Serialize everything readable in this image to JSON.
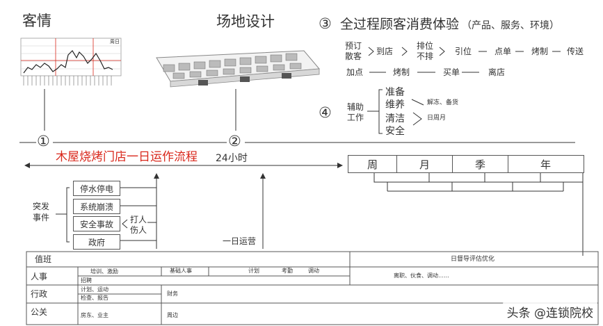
{
  "sections": {
    "customer": "客情",
    "venue": "场地设计",
    "experience_num": "③",
    "experience_title": "全过程顾客消费体验",
    "experience_sub": "（产品、服务、环境）",
    "aux_num": "④"
  },
  "chart_label": "周日",
  "customer_flow": {
    "row1": {
      "start_top": "预订",
      "start_bottom": "散客",
      "arrive": "到店",
      "queue_top": "排位",
      "queue_bottom": "不排",
      "seat": "引位",
      "order": "点单",
      "cook": "烤制",
      "serve": "传送"
    },
    "row2": {
      "add": "加点",
      "cook": "烤制",
      "pay": "买单",
      "leave": "离店"
    }
  },
  "aux": {
    "label_top": "辅助",
    "label_bottom": "工作",
    "items": [
      "准备",
      "维养",
      "清洁",
      "安全"
    ],
    "note1": "解冻、备货",
    "note2": "日周月"
  },
  "timeline": {
    "n1": "①",
    "n2": "②"
  },
  "title": {
    "main": "木屋烧烤门店一日运作流程",
    "duration": "24小时"
  },
  "periods": [
    "周",
    "月",
    "季",
    "年"
  ],
  "emergency": {
    "label_top": "突发",
    "label_bottom": "事件",
    "items": [
      "停水停电",
      "系统崩溃",
      "安全事故",
      "政府"
    ],
    "sub_top": "打人",
    "sub_bottom": "伤人"
  },
  "daily_ops": "一日运营",
  "table": {
    "duty": "值班",
    "right_header": "日督导评估优化",
    "rows": {
      "hr": "人事",
      "admin": "行政",
      "pr": "公关"
    },
    "hr_cells": {
      "training": "培训、激励",
      "basic": "基础人事",
      "plan": "计划",
      "attendance": "考勤",
      "transfer": "调动",
      "recruit": "招聘",
      "right": "离职、伙食、调动……"
    },
    "admin_cells": {
      "plan": "计划、运动",
      "check": "检查、报告",
      "finance": "财务"
    },
    "pr_cells": {
      "landlord": "房东、业主",
      "neighbors": "周边"
    }
  },
  "watermark": "头条 @连锁院校"
}
